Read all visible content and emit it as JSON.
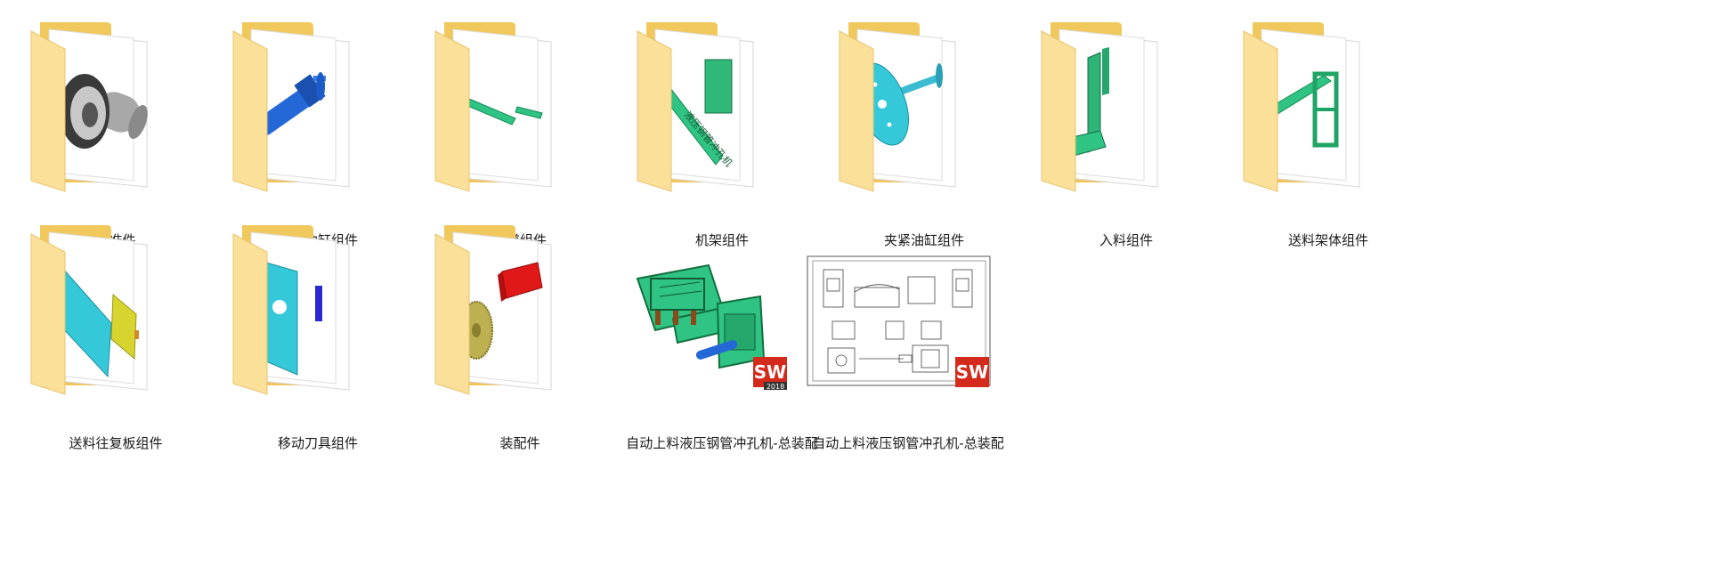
{
  "items": [
    {
      "label": "标准件",
      "type": "folder",
      "preview": "standard-parts"
    },
    {
      "label": "冲孔油缸组件",
      "type": "folder",
      "preview": "punch-cylinder"
    },
    {
      "label": "滑道组件",
      "type": "folder",
      "preview": "slide-rail"
    },
    {
      "label": "机架组件",
      "type": "folder",
      "preview": "frame"
    },
    {
      "label": "夹紧油缸组件",
      "type": "folder",
      "preview": "clamp-cylinder"
    },
    {
      "label": "入料组件",
      "type": "folder",
      "preview": "feed-in"
    },
    {
      "label": "送料架体组件",
      "type": "folder",
      "preview": "feed-frame"
    },
    {
      "label": "送料往复板组件",
      "type": "folder",
      "preview": "reciprocating-plate"
    },
    {
      "label": "移动刀具组件",
      "type": "folder",
      "preview": "moving-cutter"
    },
    {
      "label": "装配件",
      "type": "folder",
      "preview": "assembly"
    },
    {
      "label": "自动上料液压钢管冲孔机-总装配",
      "type": "file",
      "preview": "sw-assembly",
      "badge": "SW",
      "badge_year": "2018"
    },
    {
      "label": "自动上料液压钢管冲孔机-总装配",
      "type": "file",
      "preview": "sw-drawing",
      "badge": "SW"
    }
  ],
  "colors": {
    "folder_back": "#f0c85c",
    "folder_front": "#fbe09a",
    "paper": "#ffffff",
    "model_green": "#2fc384",
    "model_blue": "#2468d8",
    "model_cyan": "#35c8d8",
    "badge_red": "#d42a1c"
  },
  "frame_text": "液压钢管冲孔机"
}
